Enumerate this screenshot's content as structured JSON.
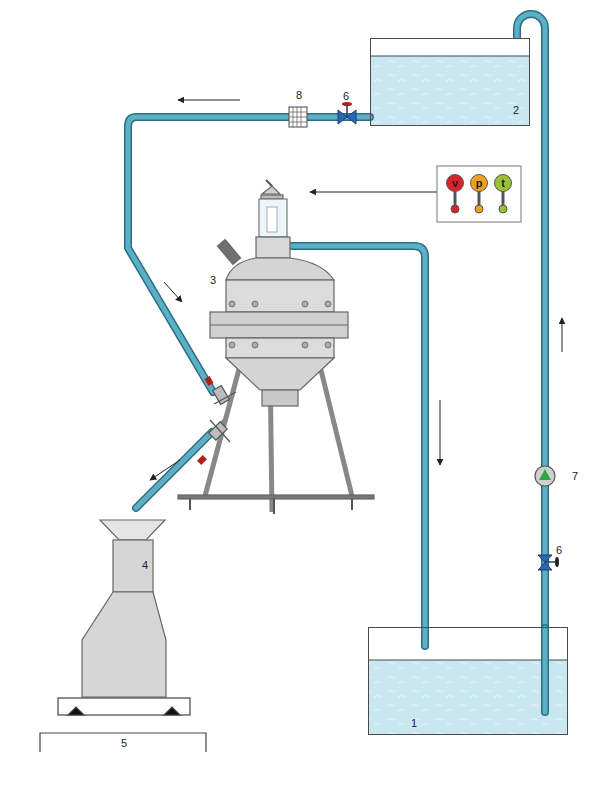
{
  "diagram": {
    "nodes": [
      {
        "text": [
          "2"
        ]
      },
      {
        "text": [
          "v"
        ]
      },
      {
        "text": [
          "p"
        ]
      },
      {
        "text": [
          "t"
        ]
      },
      {
        "text": [
          "1"
        ]
      }
    ],
    "edges": [
      {
        "from": 4,
        "to": 0,
        "arrow": "none"
      }
    ],
    "labels": [
      "8",
      "6",
      "3",
      "7",
      "6",
      "4",
      "5"
    ]
  }
}
